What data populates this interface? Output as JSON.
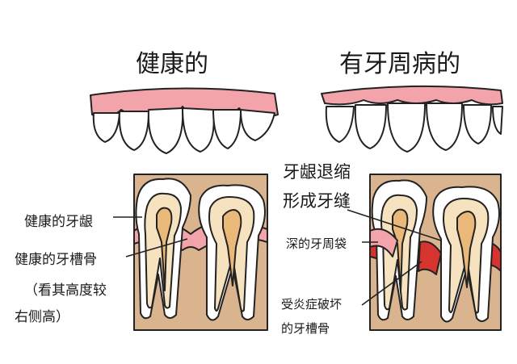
{
  "titles": {
    "healthy": "健康的",
    "periodontal": "有牙周病的"
  },
  "labels_left": {
    "gum": "健康的牙龈",
    "bone": "健康的牙槽骨",
    "bone_note_line1": "（看其高度较",
    "bone_note_line2": "右侧高）"
  },
  "labels_right": {
    "recession_line1": "牙龈退缩",
    "recession_line2": "形成牙缝",
    "pocket": "深的牙周袋",
    "bone_line1": "受炎症破坏",
    "bone_line2": "的牙槽骨"
  },
  "colors": {
    "gum_pink": "#f3a3aa",
    "gum_red": "#d8342f",
    "bone_tan": "#d9b48f",
    "dentin": "#f6e2bf",
    "pulp": "#eab97a",
    "outline": "#222222"
  }
}
